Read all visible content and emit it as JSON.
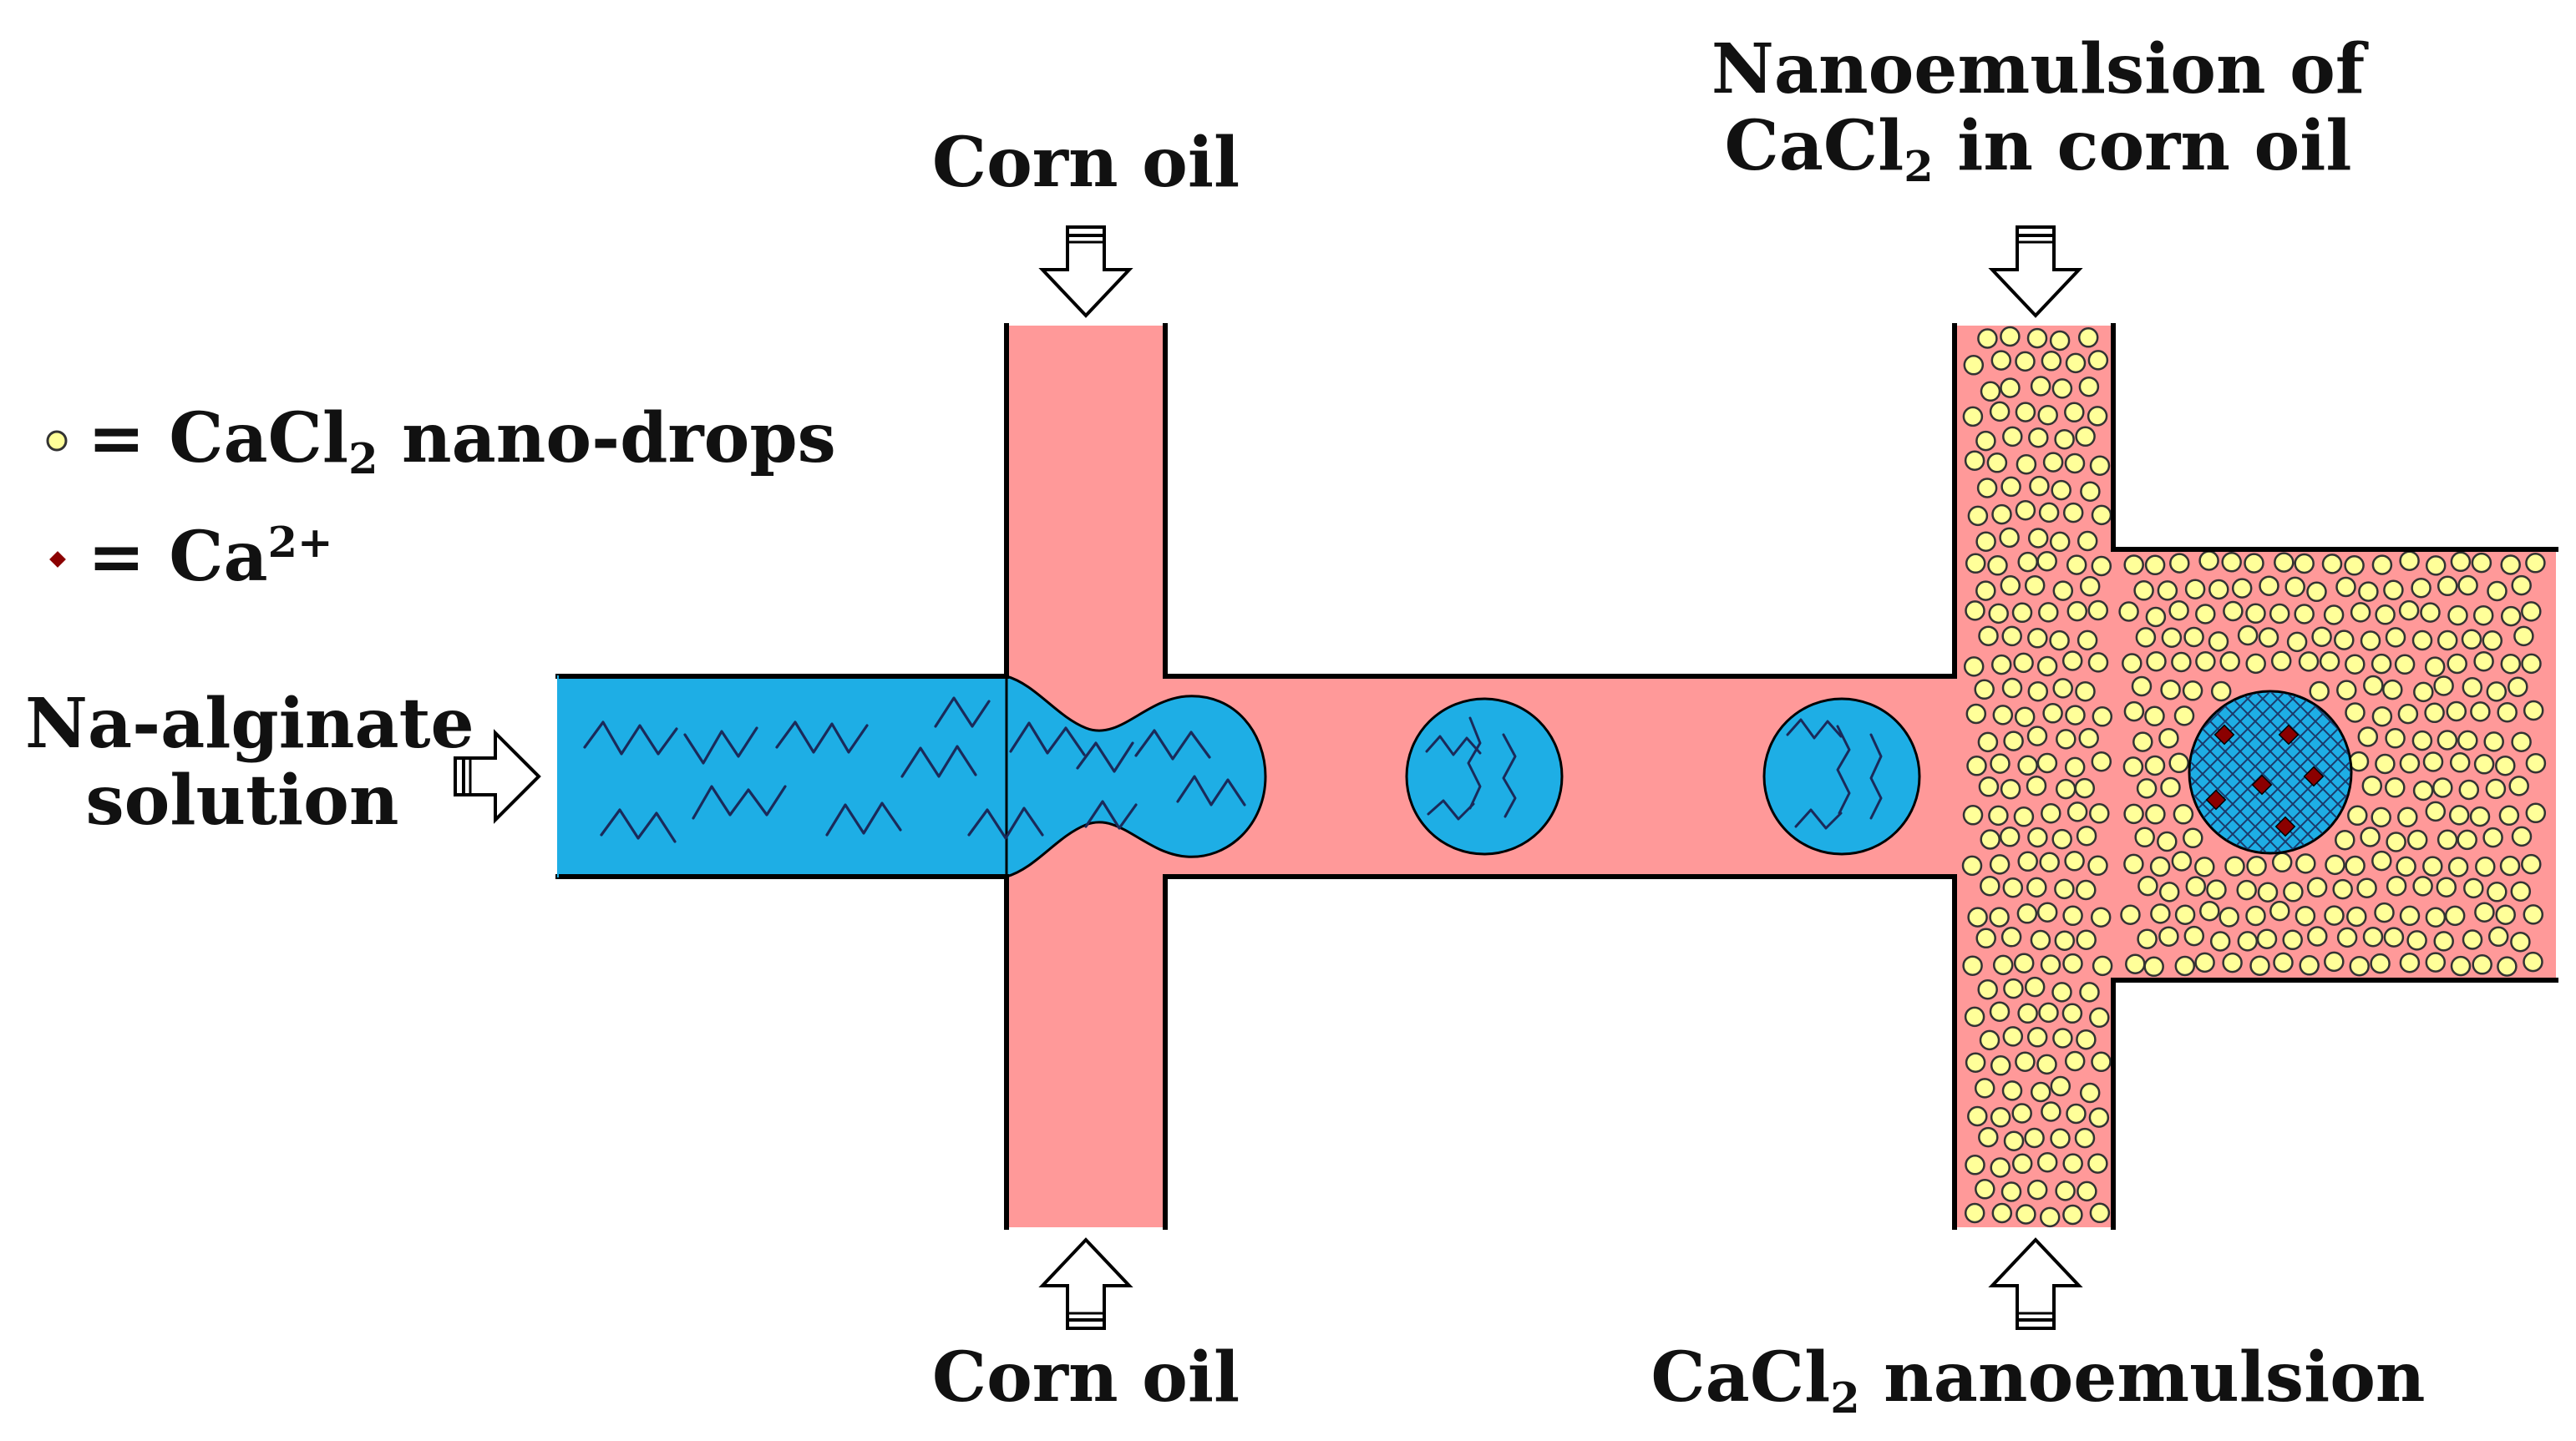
{
  "labels": {
    "top_inlet": "Corn oil",
    "bottom_inlet": "Corn oil",
    "outlet_line1": "Nanoemulsion of",
    "outlet_line2_a": "CaCl",
    "outlet_line2_sub": "2",
    "outlet_line2_b": " in corn oil",
    "bottom_right_a": "CaCl",
    "bottom_right_sub": "2",
    "bottom_right_b": " nanoemulsion",
    "left_inlet_line1": "Na-alginate",
    "left_inlet_line2": "solution"
  },
  "legend": [
    {
      "icon": "yellow-circle-icon",
      "prefix": "= CaCl",
      "sub": "2",
      "suffix": " nano-drops",
      "color": "#ffff99"
    },
    {
      "icon": "red-diamond-icon",
      "prefix": "= Ca",
      "sup": "2+",
      "color": "#8b0000"
    }
  ],
  "colors": {
    "oil": "#ff9999",
    "alginate": "#1eaee5",
    "nanodrop_fill": "#ffff99",
    "ion": "#8b0000",
    "outline": "#000000"
  }
}
